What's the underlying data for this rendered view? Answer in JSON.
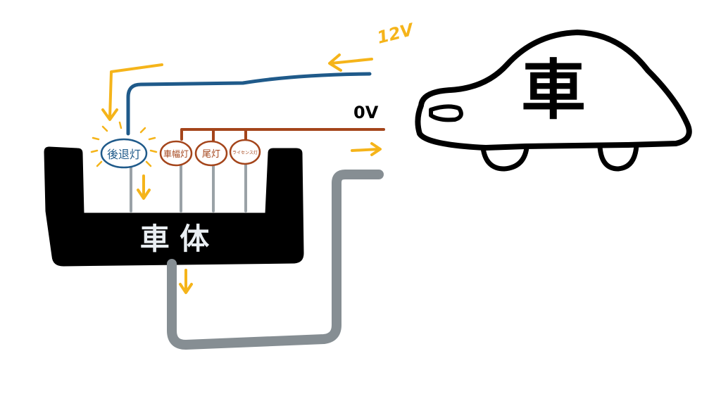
{
  "labels": {
    "voltage_12": "12V",
    "voltage_0": "0V",
    "car_kanji": "車",
    "body_label": "車 体",
    "lamps": [
      "後退灯",
      "車幅灯",
      "尾灯",
      "ライセンス灯"
    ]
  },
  "colors": {
    "positive_wire": "#1f5a8a",
    "negative_wire": "#a4451b",
    "ground_path": "#868e93",
    "current_arrow": "#f5b41a",
    "ink": "#000000"
  }
}
